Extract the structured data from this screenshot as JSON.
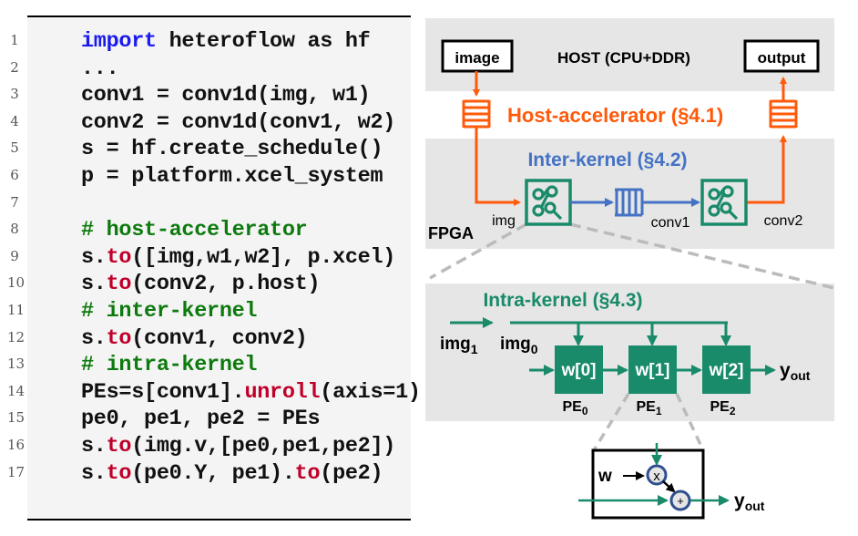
{
  "code": {
    "line_numbers": [
      "1",
      "2",
      "3",
      "4",
      "5",
      "6",
      "7",
      "8",
      "9",
      "10",
      "11",
      "12",
      "13",
      "14",
      "15",
      "16",
      "17"
    ],
    "lines": [
      [
        {
          "t": "import",
          "c": "kw"
        },
        {
          "t": " heteroflow as hf",
          "c": ""
        }
      ],
      [
        {
          "t": "...",
          "c": ""
        }
      ],
      [
        {
          "t": "conv1 = conv1d(img, w1)",
          "c": ""
        }
      ],
      [
        {
          "t": "conv2 = conv1d(conv1, w2)",
          "c": ""
        }
      ],
      [
        {
          "t": "s = hf.create_schedule()",
          "c": ""
        }
      ],
      [
        {
          "t": "p = platform.xcel_system",
          "c": ""
        }
      ],
      [
        {
          "t": "",
          "c": ""
        }
      ],
      [
        {
          "t": "# host-accelerator",
          "c": "cm"
        }
      ],
      [
        {
          "t": "s.",
          "c": ""
        },
        {
          "t": "to",
          "c": "fn"
        },
        {
          "t": "([img,w1,w2], p.xcel)",
          "c": ""
        }
      ],
      [
        {
          "t": "s.",
          "c": ""
        },
        {
          "t": "to",
          "c": "fn"
        },
        {
          "t": "(conv2, p.host)",
          "c": ""
        }
      ],
      [
        {
          "t": "# inter-kernel",
          "c": "cm"
        }
      ],
      [
        {
          "t": "s.",
          "c": ""
        },
        {
          "t": "to",
          "c": "fn"
        },
        {
          "t": "(conv1, conv2)",
          "c": ""
        }
      ],
      [
        {
          "t": "# intra-kernel",
          "c": "cm"
        }
      ],
      [
        {
          "t": "PEs=s[conv1].",
          "c": ""
        },
        {
          "t": "unroll",
          "c": "fn"
        },
        {
          "t": "(axis=1)",
          "c": ""
        }
      ],
      [
        {
          "t": "pe0, pe1, pe2 = PEs",
          "c": ""
        }
      ],
      [
        {
          "t": "s.",
          "c": ""
        },
        {
          "t": "to",
          "c": "fn"
        },
        {
          "t": "(img.v,[pe0,pe1,pe2])",
          "c": ""
        }
      ],
      [
        {
          "t": "s.",
          "c": ""
        },
        {
          "t": "to",
          "c": "fn"
        },
        {
          "t": "(pe0.Y, pe1).",
          "c": ""
        },
        {
          "t": "to",
          "c": "fn"
        },
        {
          "t": "(pe2)",
          "c": ""
        }
      ]
    ]
  },
  "diagram": {
    "colors": {
      "orange": "#ff5a0a",
      "blue": "#4472c4",
      "green": "#198a6a",
      "panel_gray": "#e6e6e6",
      "dash_gray": "#bbbbbb",
      "circle_blue": "#2f4f8f"
    },
    "host": {
      "title": "HOST (CPU+DDR)",
      "input_box": "image",
      "output_box": "output"
    },
    "host_accel_label": "Host-accelerator (§4.1)",
    "fpga": {
      "label": "FPGA",
      "inter_label": "Inter-kernel (§4.2)",
      "kernel1_label": "img",
      "fifo_label": "conv1",
      "kernel2_label": "conv2"
    },
    "intra": {
      "label": "Intra-kernel (§4.3)",
      "img1": "img",
      "img1_sub": "1",
      "img0": "img",
      "img0_sub": "0",
      "pes": [
        {
          "weight": "w[0]",
          "name": "PE",
          "sub": "0"
        },
        {
          "weight": "w[1]",
          "name": "PE",
          "sub": "1"
        },
        {
          "weight": "w[2]",
          "name": "PE",
          "sub": "2"
        }
      ],
      "y_out": "y",
      "y_out_sub": "out"
    },
    "pe_detail": {
      "weight_label": "w",
      "mul_symbol": "x",
      "add_symbol": "+",
      "y_out": "y",
      "y_out_sub": "out"
    }
  }
}
